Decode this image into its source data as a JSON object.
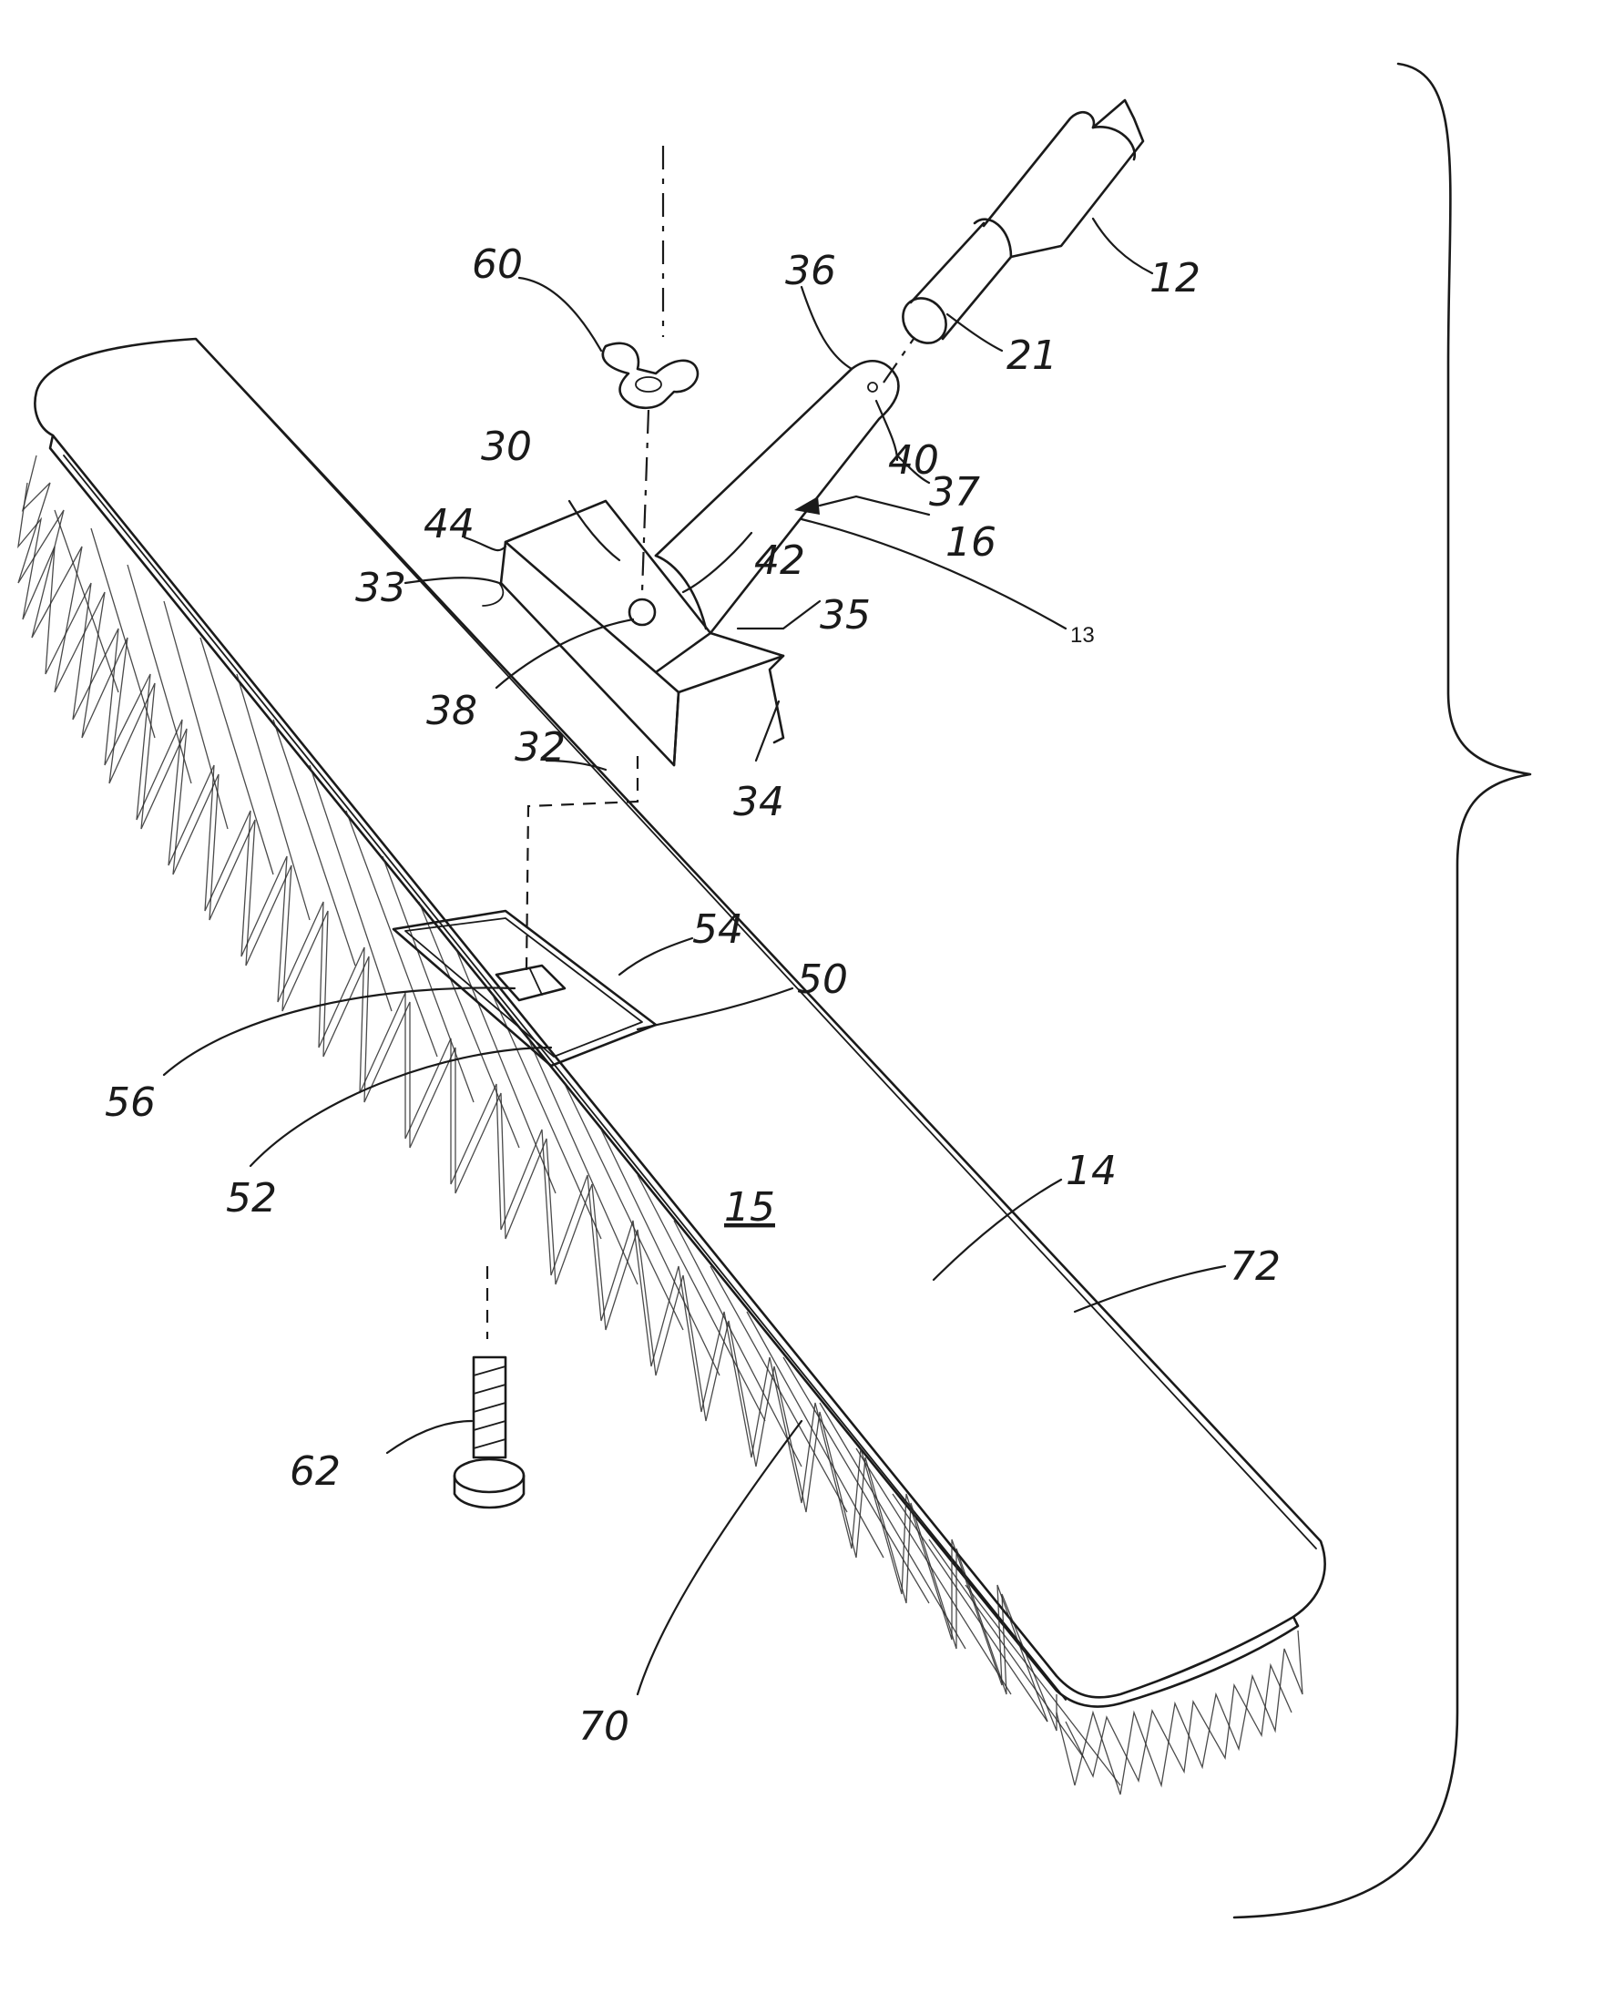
{
  "labels": {
    "l60": "60",
    "l36": "36",
    "l12": "12",
    "l21": "21",
    "l30": "30",
    "l40": "40",
    "l44": "44",
    "l37": "37",
    "l33": "33",
    "l16": "16",
    "l42": "42",
    "l35": "35",
    "l13": "13",
    "l38": "38",
    "l32": "32",
    "l34": "34",
    "l54": "54",
    "l50": "50",
    "l56": "56",
    "l52": "52",
    "l15": "15",
    "l14": "14",
    "l72": "72",
    "l62": "62",
    "l70": "70"
  }
}
